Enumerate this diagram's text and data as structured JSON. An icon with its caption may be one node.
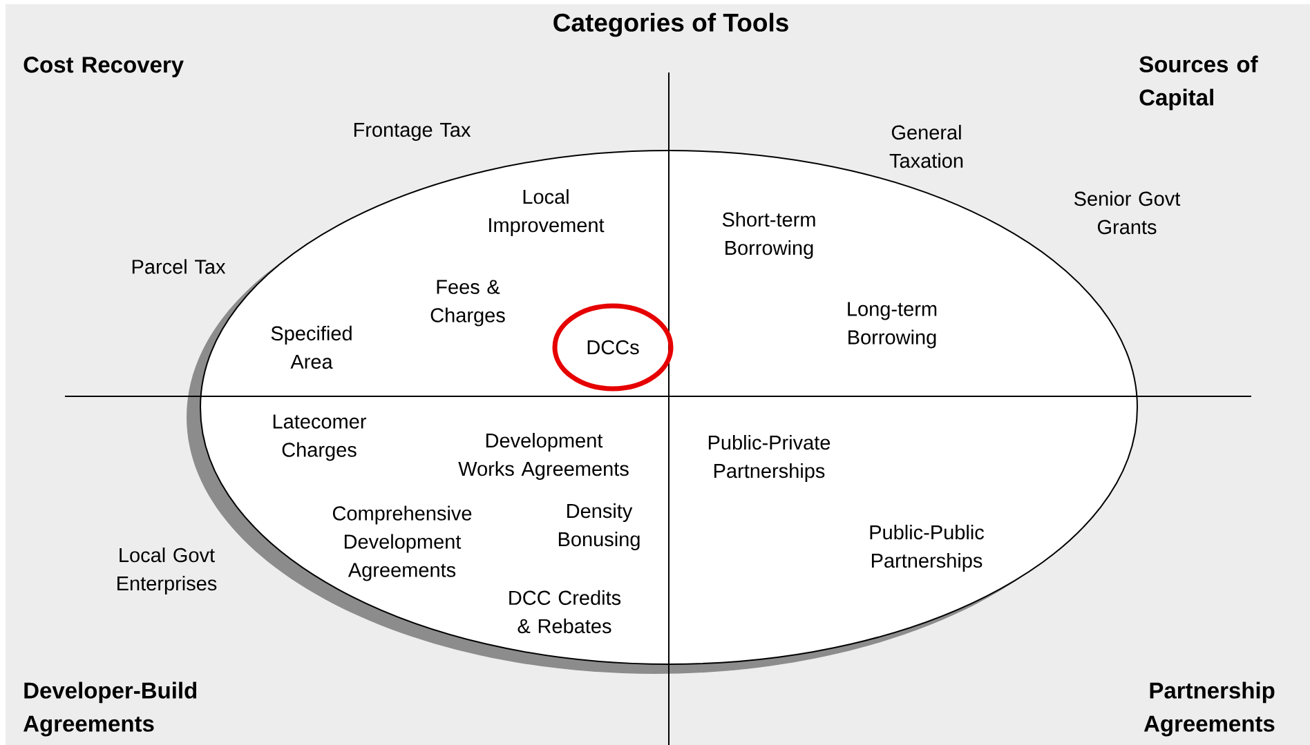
{
  "diagram": {
    "title": "Categories of Tools",
    "nodes": [
      {
        "text": [
          "DCCs"
        ]
      }
    ],
    "edges": [],
    "labels": [
      "Cost Recovery",
      "Sources of Capital",
      "Frontage Tax",
      "General Taxation",
      "Local Improvement",
      "Senior Govt Grants",
      "Short-term Borrowing",
      "Parcel Tax",
      "Fees & Charges",
      "Long-term Borrowing",
      "Specified Area",
      "Latecomer Charges",
      "Development Works Agreements",
      "Public-Private Partnerships",
      "Density Bonusing",
      "Comprehensive Development Agreements",
      "Public-Public Partnerships",
      "Local Govt Enterprises",
      "DCC Credits & Rebates",
      "Developer-Build Agreements",
      "Partnership Agreements"
    ]
  }
}
